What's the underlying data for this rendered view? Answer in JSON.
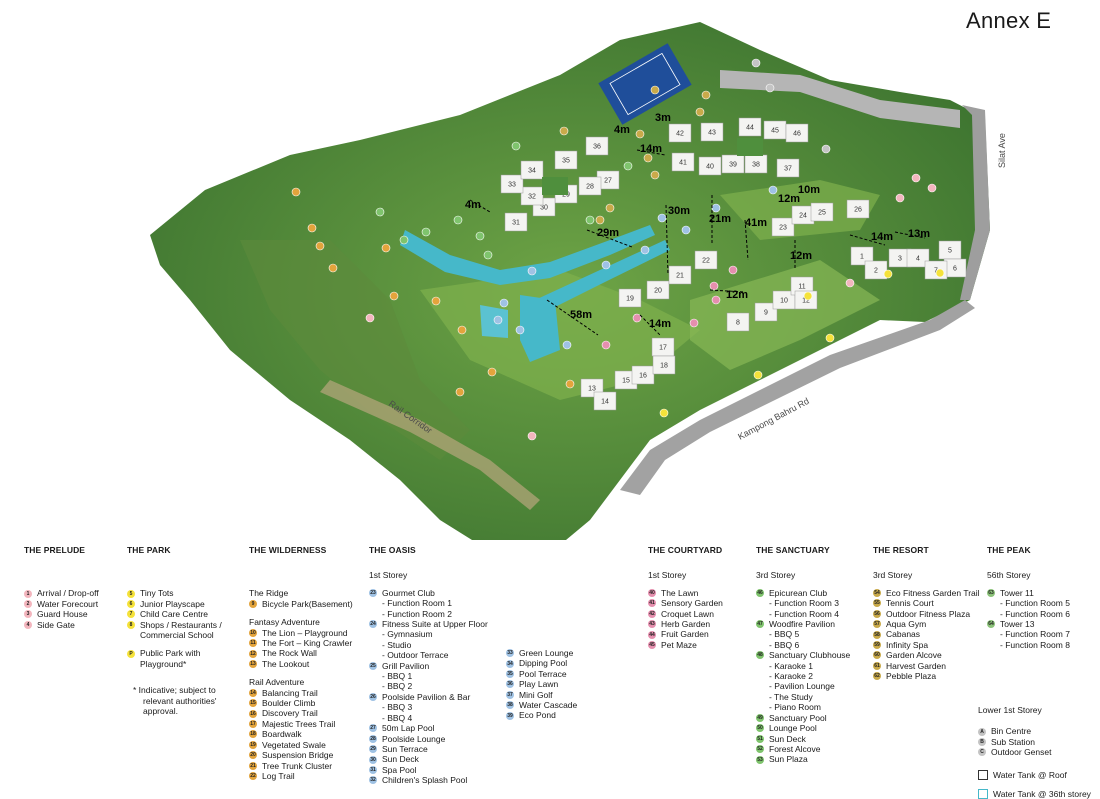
{
  "annex_title": "Annex E",
  "roads": {
    "rail_corridor": "Rail Corridor",
    "kampong_bahru": "Kampong Bahru Rd",
    "silat_ave": "Silat Ave"
  },
  "distances": [
    "3m",
    "4m",
    "14m",
    "4m",
    "30m",
    "29m",
    "21m",
    "41m",
    "12m",
    "10m",
    "14m",
    "13m",
    "12m",
    "12m",
    "58m",
    "14m"
  ],
  "towers": [
    "1",
    "2",
    "3",
    "4",
    "5",
    "6",
    "7",
    "8",
    "9",
    "10",
    "11",
    "12",
    "13",
    "14",
    "15",
    "16",
    "17",
    "18",
    "19",
    "20",
    "21",
    "22",
    "23",
    "24",
    "25",
    "26",
    "27",
    "28",
    "29",
    "30",
    "31",
    "32",
    "33",
    "34",
    "35",
    "36",
    "37",
    "38",
    "39",
    "40",
    "41",
    "42",
    "43",
    "44",
    "45",
    "46"
  ],
  "colors": {
    "prelude": "#f3b6be",
    "park": "#f5e23a",
    "wilderness": "#e3a43c",
    "oasis": "#9fc2e4",
    "courtyard": "#e58fae",
    "sanctuary": "#7fc46d",
    "resort": "#c9aa4a",
    "peak": "#8cc37a",
    "lower": "#c4c4c4",
    "water": "#46b8c9",
    "forest": "#3f7a33",
    "tennis": "#1f4e9a"
  },
  "legend": {
    "prelude": {
      "heading": "THE PRELUDE",
      "items": [
        {
          "n": "1",
          "t": "Arrival / Drop-off"
        },
        {
          "n": "2",
          "t": "Water Forecourt"
        },
        {
          "n": "3",
          "t": "Guard House"
        },
        {
          "n": "4",
          "t": "Side Gate"
        }
      ]
    },
    "park": {
      "heading": "THE PARK",
      "items": [
        {
          "n": "5",
          "t": "Tiny Tots"
        },
        {
          "n": "6",
          "t": "Junior Playscape"
        },
        {
          "n": "7",
          "t": "Child Care Centre"
        },
        {
          "n": "8",
          "t": "Shops / Restaurants /"
        },
        {
          "n": "",
          "t": "Commercial School"
        }
      ],
      "public_park_marker": "P",
      "public_park_line1": "Public Park with",
      "public_park_line2": "Playground*",
      "note_line1": "*  Indicative; subject to",
      "note_line2": "relevant authorities'",
      "note_line3": "approval."
    },
    "wilderness": {
      "heading": "THE WILDERNESS",
      "ridge": "The Ridge",
      "ridge_items": [
        {
          "n": "9",
          "t": "Bicycle Park(Basement)"
        }
      ],
      "fantasy": "Fantasy Adventure",
      "fantasy_items": [
        {
          "n": "10",
          "t": "The Lion – Playground"
        },
        {
          "n": "11",
          "t": "The Fort – King Crawler"
        },
        {
          "n": "12",
          "t": "The Rock Wall"
        },
        {
          "n": "13",
          "t": "The Lookout"
        }
      ],
      "rail": "Rail Adventure",
      "rail_items": [
        {
          "n": "14",
          "t": "Balancing Trail"
        },
        {
          "n": "15",
          "t": "Boulder Climb"
        },
        {
          "n": "16",
          "t": "Discovery Trail"
        },
        {
          "n": "17",
          "t": "Majestic Trees Trail"
        },
        {
          "n": "18",
          "t": "Boardwalk"
        },
        {
          "n": "19",
          "t": "Vegetated Swale"
        },
        {
          "n": "20",
          "t": "Suspension Bridge"
        },
        {
          "n": "21",
          "t": "Tree Trunk Cluster"
        },
        {
          "n": "22",
          "t": "Log Trail"
        }
      ]
    },
    "oasis": {
      "heading": "THE OASIS",
      "storey": "1st Storey",
      "items": [
        {
          "n": "23",
          "t": "Gourmet Club"
        },
        {
          "n": "",
          "t": "- Function Room 1",
          "ind": true
        },
        {
          "n": "",
          "t": "- Function Room 2",
          "ind": true
        },
        {
          "n": "24",
          "t": "Fitness Suite at Upper Floor"
        },
        {
          "n": "",
          "t": "- Gymnasium",
          "ind": true
        },
        {
          "n": "",
          "t": "- Studio",
          "ind": true
        },
        {
          "n": "",
          "t": "- Outdoor Terrace",
          "ind": true
        },
        {
          "n": "25",
          "t": "Grill Pavilion"
        },
        {
          "n": "",
          "t": "- BBQ 1",
          "ind": true
        },
        {
          "n": "",
          "t": "- BBQ 2",
          "ind": true
        },
        {
          "n": "26",
          "t": "Poolside Pavilion & Bar"
        },
        {
          "n": "",
          "t": "- BBQ 3",
          "ind": true
        },
        {
          "n": "",
          "t": "- BBQ 4",
          "ind": true
        },
        {
          "n": "27",
          "t": "50m Lap Pool"
        },
        {
          "n": "28",
          "t": "Poolside Lounge"
        },
        {
          "n": "29",
          "t": "Sun Terrace"
        },
        {
          "n": "30",
          "t": "Sun Deck"
        },
        {
          "n": "31",
          "t": "Spa Pool"
        },
        {
          "n": "32",
          "t": "Children's Splash Pool"
        }
      ],
      "items2": [
        {
          "n": "33",
          "t": "Green Lounge"
        },
        {
          "n": "34",
          "t": "Dipping Pool"
        },
        {
          "n": "35",
          "t": "Pool Terrace"
        },
        {
          "n": "36",
          "t": "Play Lawn"
        },
        {
          "n": "37",
          "t": "Mini Golf"
        },
        {
          "n": "38",
          "t": "Water Cascade"
        },
        {
          "n": "39",
          "t": "Eco Pond"
        }
      ]
    },
    "courtyard": {
      "heading": "THE COURTYARD",
      "storey": "1st Storey",
      "items": [
        {
          "n": "40",
          "t": "The Lawn"
        },
        {
          "n": "41",
          "t": "Sensory Garden"
        },
        {
          "n": "42",
          "t": "Croquet Lawn"
        },
        {
          "n": "43",
          "t": "Herb Garden"
        },
        {
          "n": "44",
          "t": "Fruit Garden"
        },
        {
          "n": "45",
          "t": "Pet Maze"
        }
      ]
    },
    "sanctuary": {
      "heading": "THE SANCTUARY",
      "storey": "3rd Storey",
      "items": [
        {
          "n": "46",
          "t": "Epicurean Club"
        },
        {
          "n": "",
          "t": "- Function Room 3",
          "ind": true
        },
        {
          "n": "",
          "t": "- Function Room 4",
          "ind": true
        },
        {
          "n": "47",
          "t": "Woodfire Pavilion"
        },
        {
          "n": "",
          "t": "- BBQ 5",
          "ind": true
        },
        {
          "n": "",
          "t": "- BBQ 6",
          "ind": true
        },
        {
          "n": "48",
          "t": "Sanctuary Clubhouse"
        },
        {
          "n": "",
          "t": "- Karaoke 1",
          "ind": true
        },
        {
          "n": "",
          "t": "- Karaoke 2",
          "ind": true
        },
        {
          "n": "",
          "t": "- Pavilion Lounge",
          "ind": true
        },
        {
          "n": "",
          "t": "- The Study",
          "ind": true
        },
        {
          "n": "",
          "t": "- Piano Room",
          "ind": true
        },
        {
          "n": "49",
          "t": "Sanctuary Pool"
        },
        {
          "n": "50",
          "t": "Lounge Pool"
        },
        {
          "n": "51",
          "t": "Sun Deck"
        },
        {
          "n": "52",
          "t": "Forest Alcove"
        },
        {
          "n": "53",
          "t": "Sun Plaza"
        }
      ]
    },
    "resort": {
      "heading": "THE RESORT",
      "storey": "3rd Storey",
      "items": [
        {
          "n": "54",
          "t": "Eco Fitness Garden Trail"
        },
        {
          "n": "55",
          "t": "Tennis Court"
        },
        {
          "n": "56",
          "t": "Outdoor Fitness Plaza"
        },
        {
          "n": "57",
          "t": "Aqua Gym"
        },
        {
          "n": "58",
          "t": "Cabanas"
        },
        {
          "n": "59",
          "t": "Infinity Spa"
        },
        {
          "n": "60",
          "t": "Garden Alcove"
        },
        {
          "n": "61",
          "t": "Harvest Garden"
        },
        {
          "n": "62",
          "t": "Pebble Plaza"
        }
      ]
    },
    "peak": {
      "heading": "THE PEAK",
      "storey": "56th Storey",
      "items": [
        {
          "n": "63",
          "t": "Tower 11"
        },
        {
          "n": "",
          "t": "- Function Room 5",
          "ind": true
        },
        {
          "n": "",
          "t": "- Function Room 6",
          "ind": true
        },
        {
          "n": "64",
          "t": "Tower 13"
        },
        {
          "n": "",
          "t": "- Function Room 7",
          "ind": true
        },
        {
          "n": "",
          "t": "- Function Room 8",
          "ind": true
        }
      ]
    },
    "lower": {
      "heading": "Lower 1st Storey",
      "items": [
        {
          "n": "A",
          "t": "Bin Centre"
        },
        {
          "n": "B",
          "t": "Sub Station"
        },
        {
          "n": "C",
          "t": "Outdoor Genset"
        }
      ],
      "tank_roof": "Water Tank @ Roof",
      "tank_36": "Water Tank @ 36th storey"
    }
  }
}
